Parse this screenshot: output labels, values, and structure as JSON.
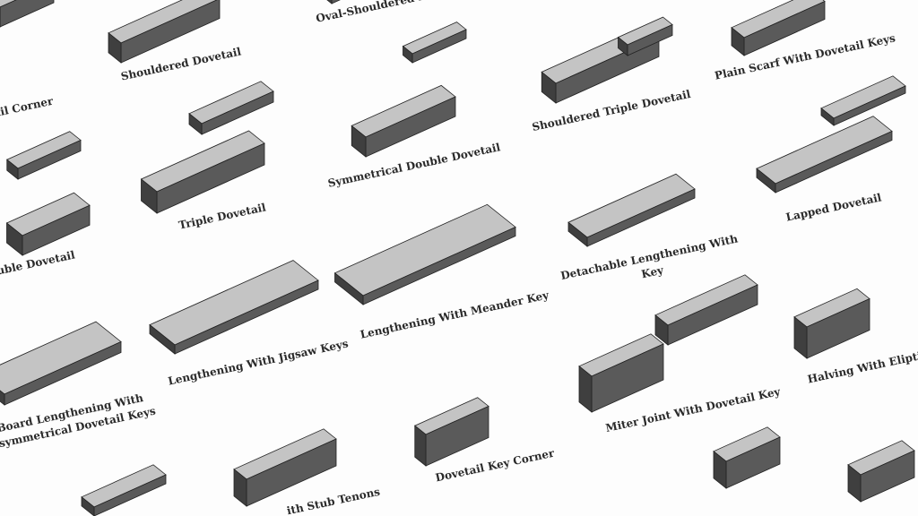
{
  "labels": {
    "oval_shouldered_halving": "Oval-Shouldered Halving",
    "shouldered_dovetail": "Shouldered Dovetail",
    "dovetail_corner": "ail Corner",
    "plain_scarf": "Plain Scarf With Dovetail Keys",
    "shouldered_triple": "Shouldered Triple Dovetail",
    "symmetrical_double": "Symmetrical Double Dovetail",
    "triple_dovetail": "Triple Dovetail",
    "lapped_dovetail": "Lapped Dovetail",
    "double_dovetail": "uble Dovetail",
    "detachable_1": "Detachable Lengthening With",
    "detachable_2": "Key",
    "meander": "Lengthening With Meander Key",
    "jigsaw": "Lengthening With Jigsaw Keys",
    "halving_eliptic": "Halving With Eliptic",
    "board_1": "Board Lengthening With",
    "board_2": "Asymmetrical Dovetail Keys",
    "miter": "Miter Joint With Dovetail Key",
    "dovetail_key_corner": "Dovetail Key Corner",
    "stub_tenons": "ith Stub Tenons"
  },
  "colors": {
    "top_face": "#c4c4c4",
    "side_face": "#5a5a5a",
    "end_face": "#3f3f3f",
    "outline": "#222222"
  }
}
